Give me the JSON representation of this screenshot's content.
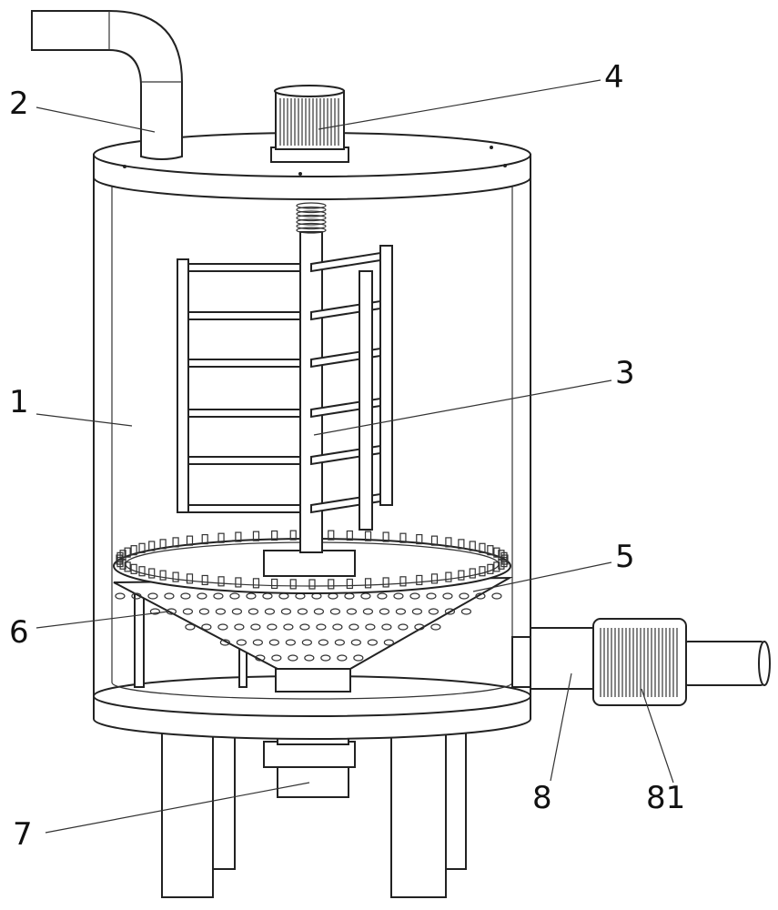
{
  "figure": {
    "labels": [
      {
        "id": "label-1",
        "text": "1"
      },
      {
        "id": "label-2",
        "text": "2"
      },
      {
        "id": "label-3",
        "text": "3"
      },
      {
        "id": "label-4",
        "text": "4"
      },
      {
        "id": "label-5",
        "text": "5"
      },
      {
        "id": "label-6",
        "text": "6"
      },
      {
        "id": "label-7",
        "text": "7"
      },
      {
        "id": "label-8",
        "text": "8"
      },
      {
        "id": "label-81",
        "text": "81"
      }
    ]
  }
}
